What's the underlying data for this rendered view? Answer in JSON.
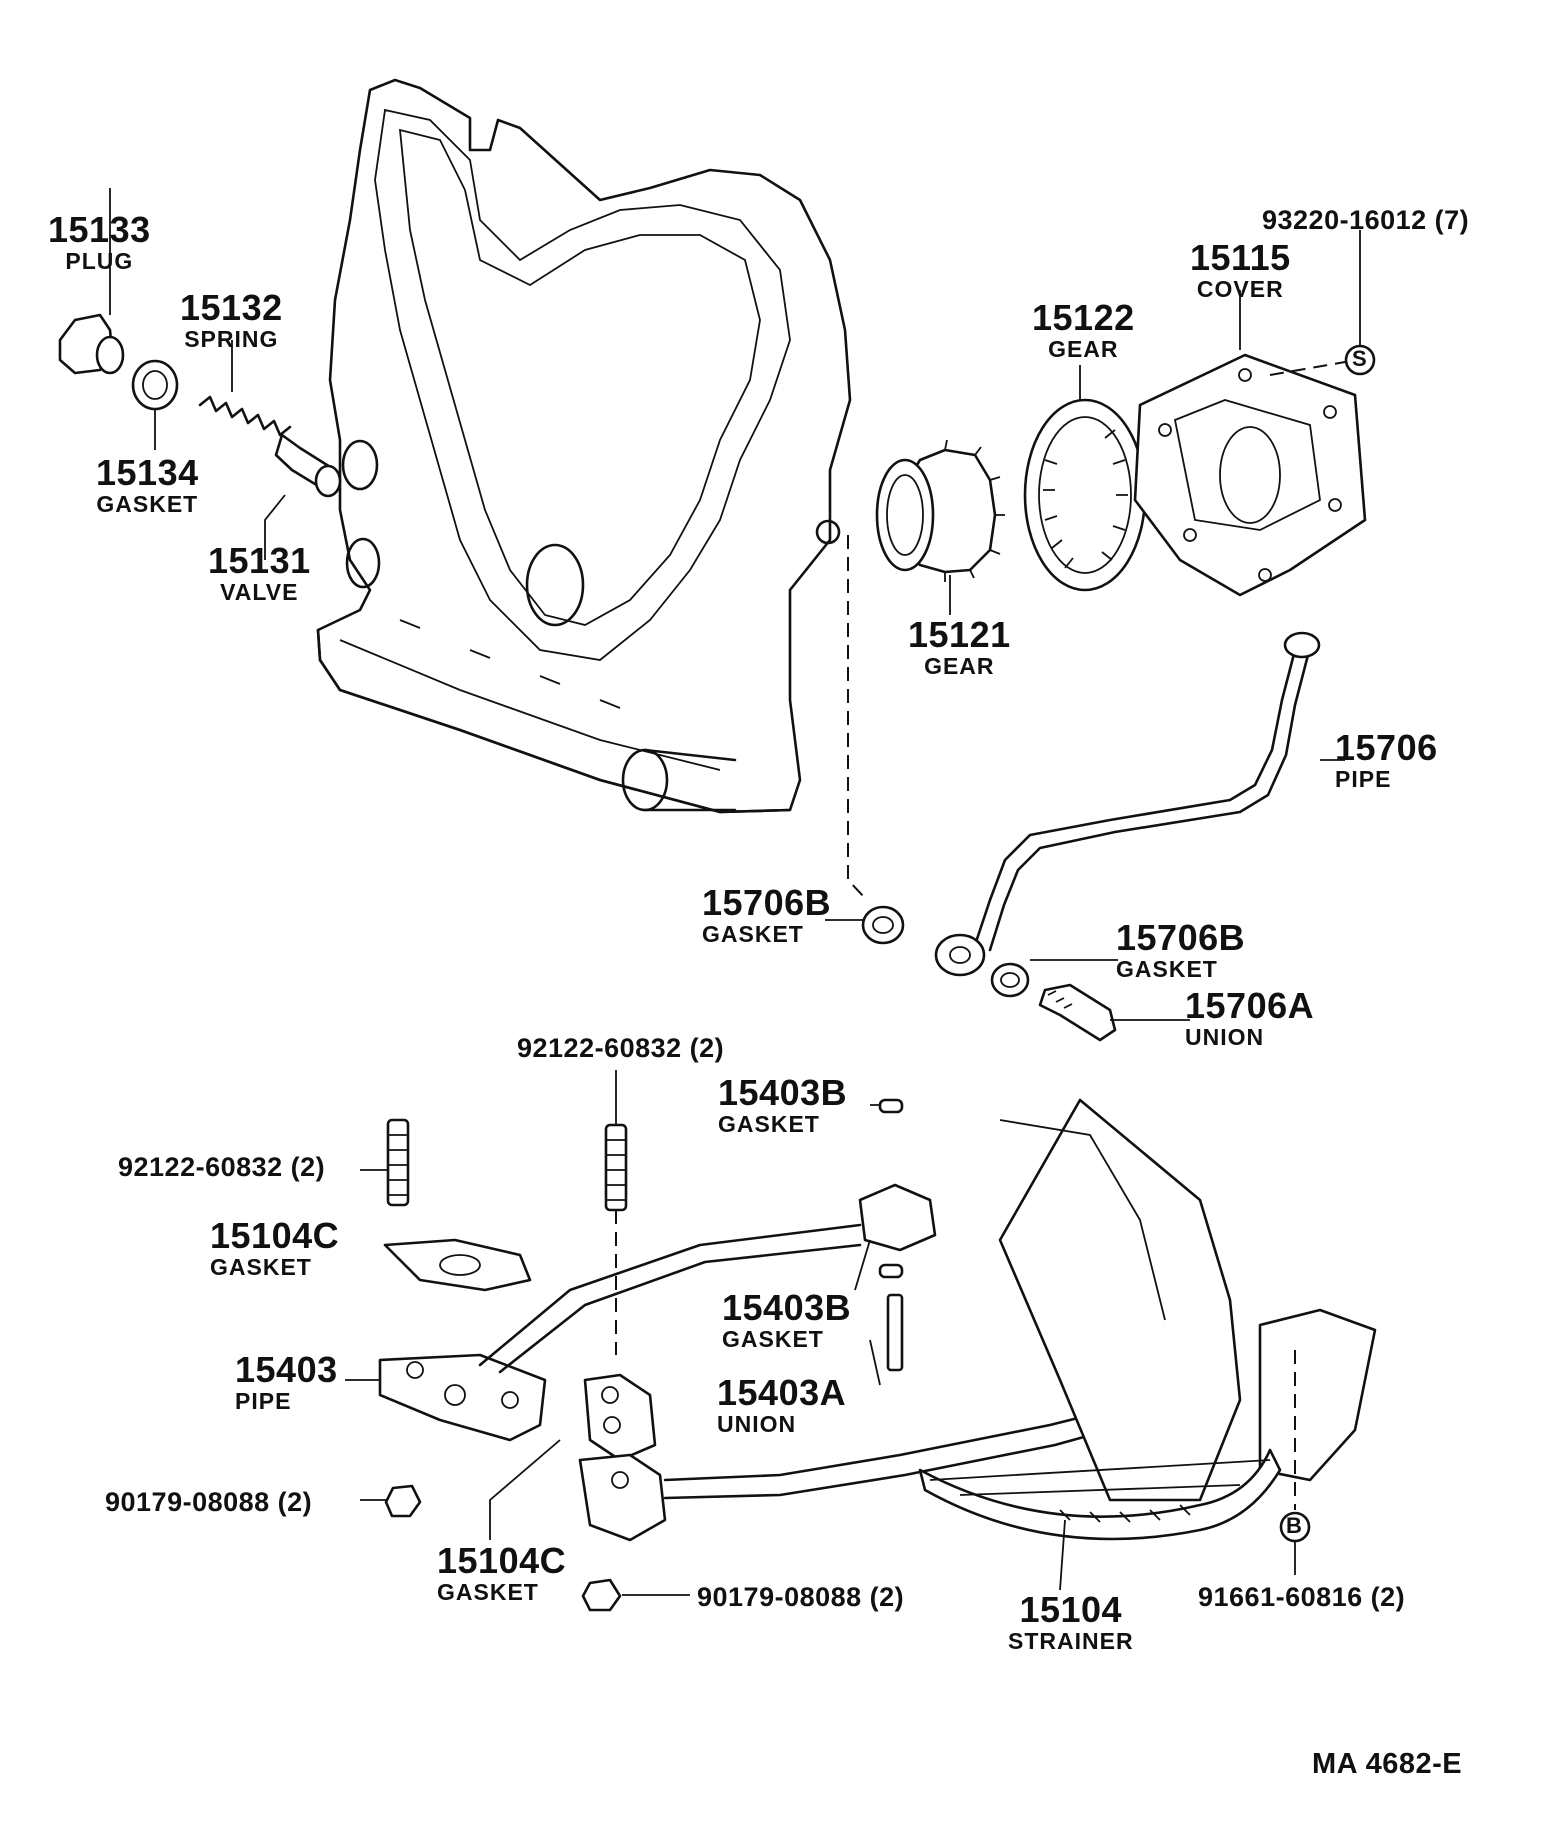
{
  "parts": {
    "p15133": {
      "number": "15133",
      "name": "PLUG"
    },
    "p15132": {
      "number": "15132",
      "name": "SPRING"
    },
    "p15134": {
      "number": "15134",
      "name": "GASKET"
    },
    "p15131": {
      "number": "15131",
      "name": "VALVE"
    },
    "p15122": {
      "number": "15122",
      "name": "GEAR"
    },
    "p15115": {
      "number": "15115",
      "name": "COVER"
    },
    "p15121": {
      "number": "15121",
      "name": "GEAR"
    },
    "p15706": {
      "number": "15706",
      "name": "PIPE"
    },
    "p15706B_left": {
      "number": "15706B",
      "name": "GASKET"
    },
    "p15706B_right": {
      "number": "15706B",
      "name": "GASKET"
    },
    "p15706A": {
      "number": "15706A",
      "name": "UNION"
    },
    "p15403B_top": {
      "number": "15403B",
      "name": "GASKET"
    },
    "p15104C_top": {
      "number": "15104C",
      "name": "GASKET"
    },
    "p15403B_mid": {
      "number": "15403B",
      "name": "GASKET"
    },
    "p15403": {
      "number": "15403",
      "name": "PIPE"
    },
    "p15403A": {
      "number": "15403A",
      "name": "UNION"
    },
    "p15104C_bottom": {
      "number": "15104C",
      "name": "GASKET"
    },
    "p15104": {
      "number": "15104",
      "name": "STRAINER"
    }
  },
  "callouts": {
    "bolt_cover": "93220-16012 (7)",
    "stud_center": "92122-60832 (2)",
    "stud_left": "92122-60832 (2)",
    "nut_left": "90179-08088 (2)",
    "nut_bottom": "90179-08088 (2)",
    "bolt_strainer": "91661-60816 (2)"
  },
  "markers": {
    "s": "S",
    "b": "B"
  },
  "diagram_code": "MA 4682-E"
}
